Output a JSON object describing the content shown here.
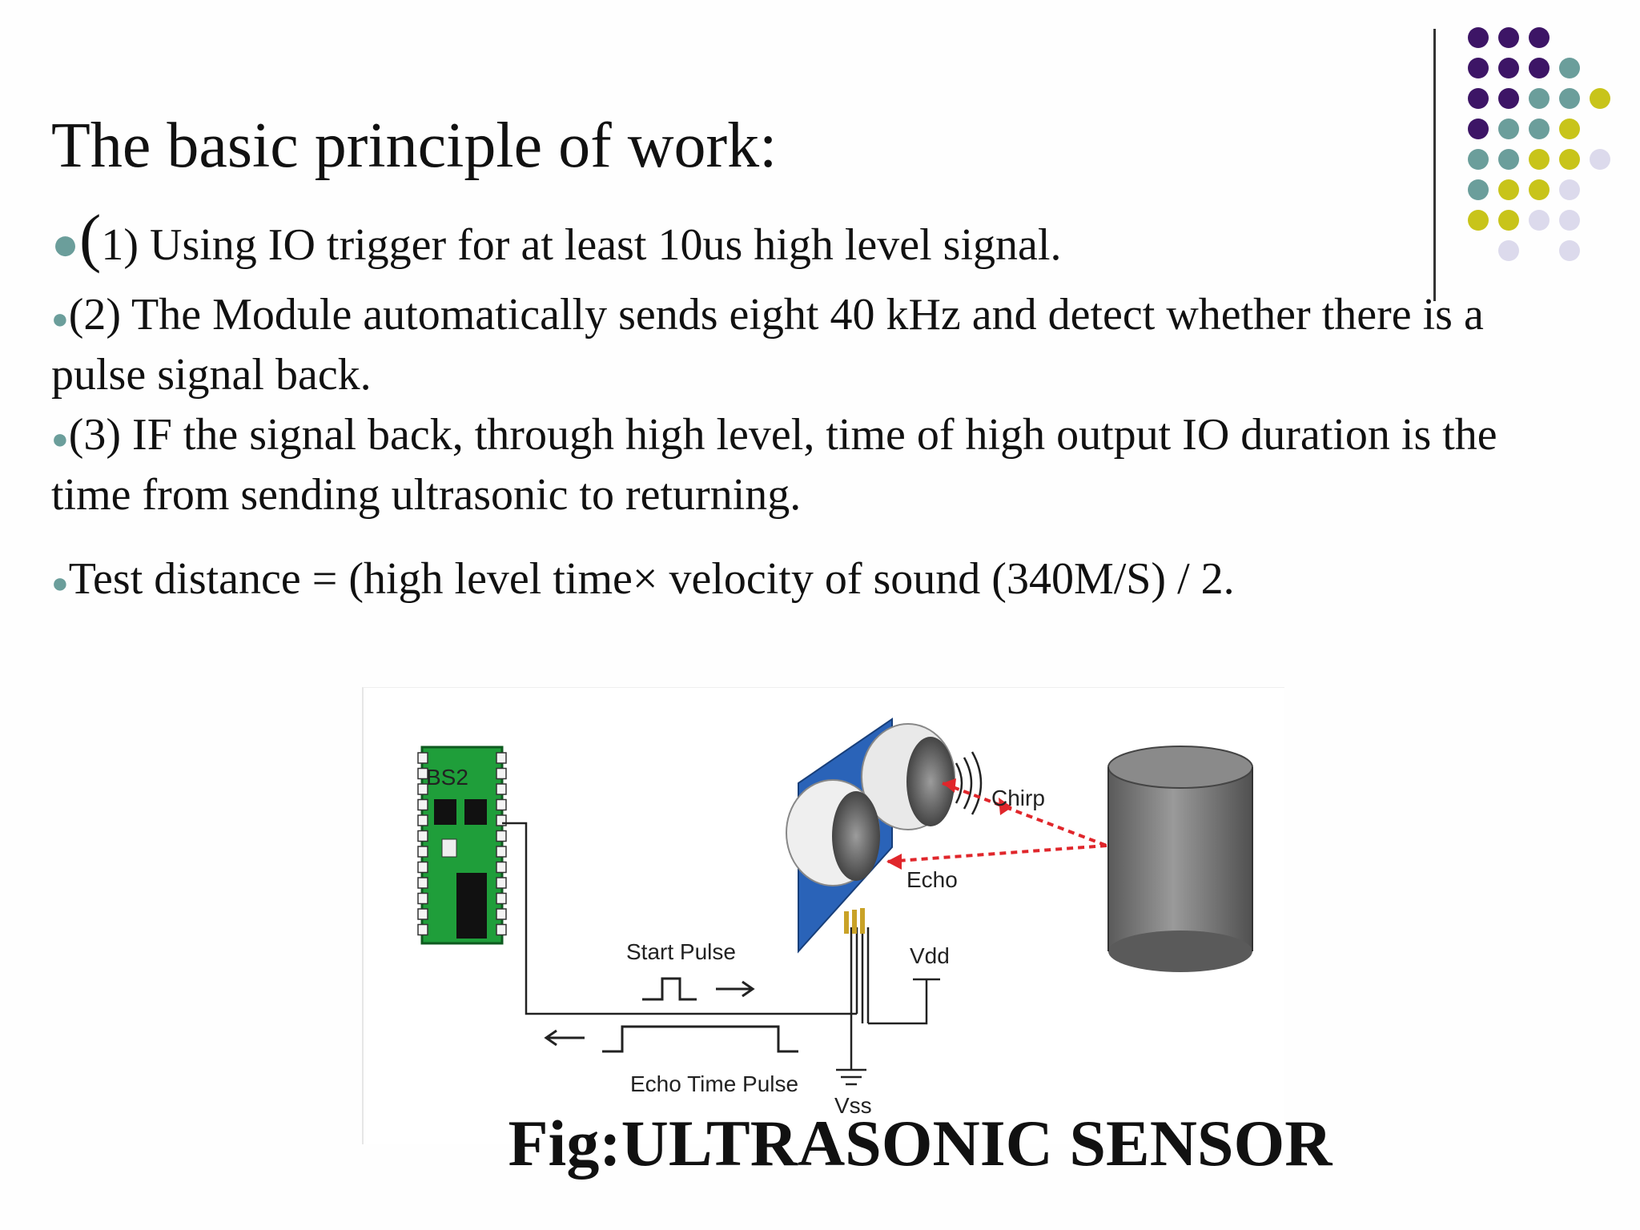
{
  "slide": {
    "title": "The basic principle of work:",
    "bullets": [
      {
        "paren": "(",
        "text": "1) Using IO trigger for at least 10us high level signal."
      },
      {
        "text": "(2) The Module automatically sends eight 40 kHz and detect whether there is a pulse signal back."
      },
      {
        "text": "(3) IF the signal back, through high level, time of high output IO duration is the time from sending ultrasonic to returning."
      },
      {
        "text": "Test distance = (high level time× velocity of sound (340M/S) / 2."
      }
    ],
    "bullet_glyph": "●",
    "caption": "Fig:ULTRASONIC SENSOR"
  },
  "figure": {
    "labels": {
      "chirp": "Chirp",
      "echo": "Echo",
      "vdd": "Vdd",
      "vss": "Vss",
      "start_pulse": "Start Pulse",
      "echo_time_pulse": "Echo Time Pulse",
      "board_label": "BS2"
    }
  },
  "colors": {
    "purple": "#3d1566",
    "teal": "#6b9e9b",
    "olive": "#c8c41a",
    "lavender": "#dcdaec",
    "board_green": "#1f9e3a",
    "sensor_blue": "#2a63b8",
    "chirp_red": "#e0262b",
    "cylinder_gray": "#6e6e6e"
  }
}
